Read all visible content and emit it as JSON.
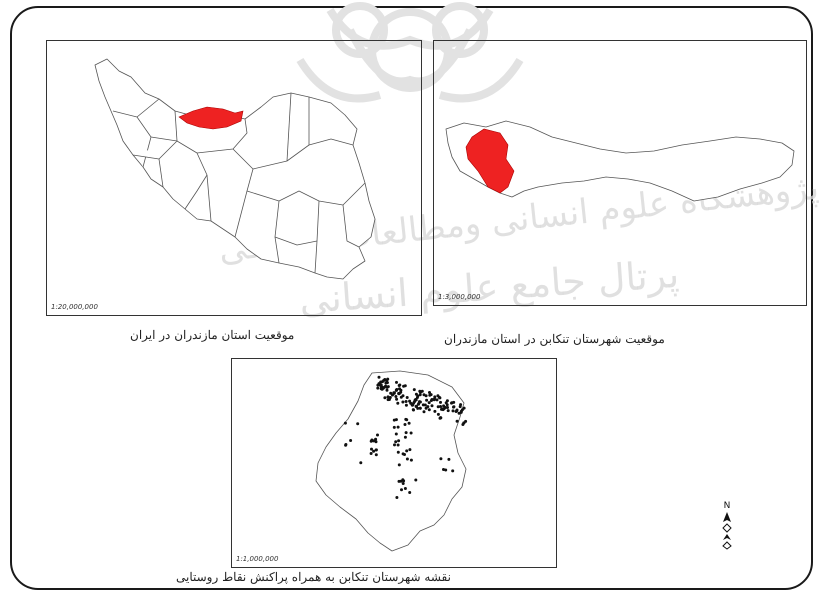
{
  "maps": {
    "iran": {
      "scale": "1:20,000,000",
      "caption": "موقعیت استان مازندران در ایران"
    },
    "mazandaran": {
      "scale": "1:3,000,000",
      "caption": "موقعیت شهرستان تنکابن در استان مازندران"
    },
    "tonekabon": {
      "scale": "1:1,000,000",
      "caption": "نقشه شهرستان تنکابن به همراه پراکنش نقاط روستایی"
    }
  },
  "north_arrow": {
    "label": "N"
  },
  "watermark": {
    "line1": "پژوهشگاه علوم انسانی ومطالعات فرهنگی",
    "line2": "پرتال جامع علوم انسانی"
  },
  "colors": {
    "highlight": "#ee2222",
    "outline": "#555555",
    "frame": "#1a1a1a"
  }
}
